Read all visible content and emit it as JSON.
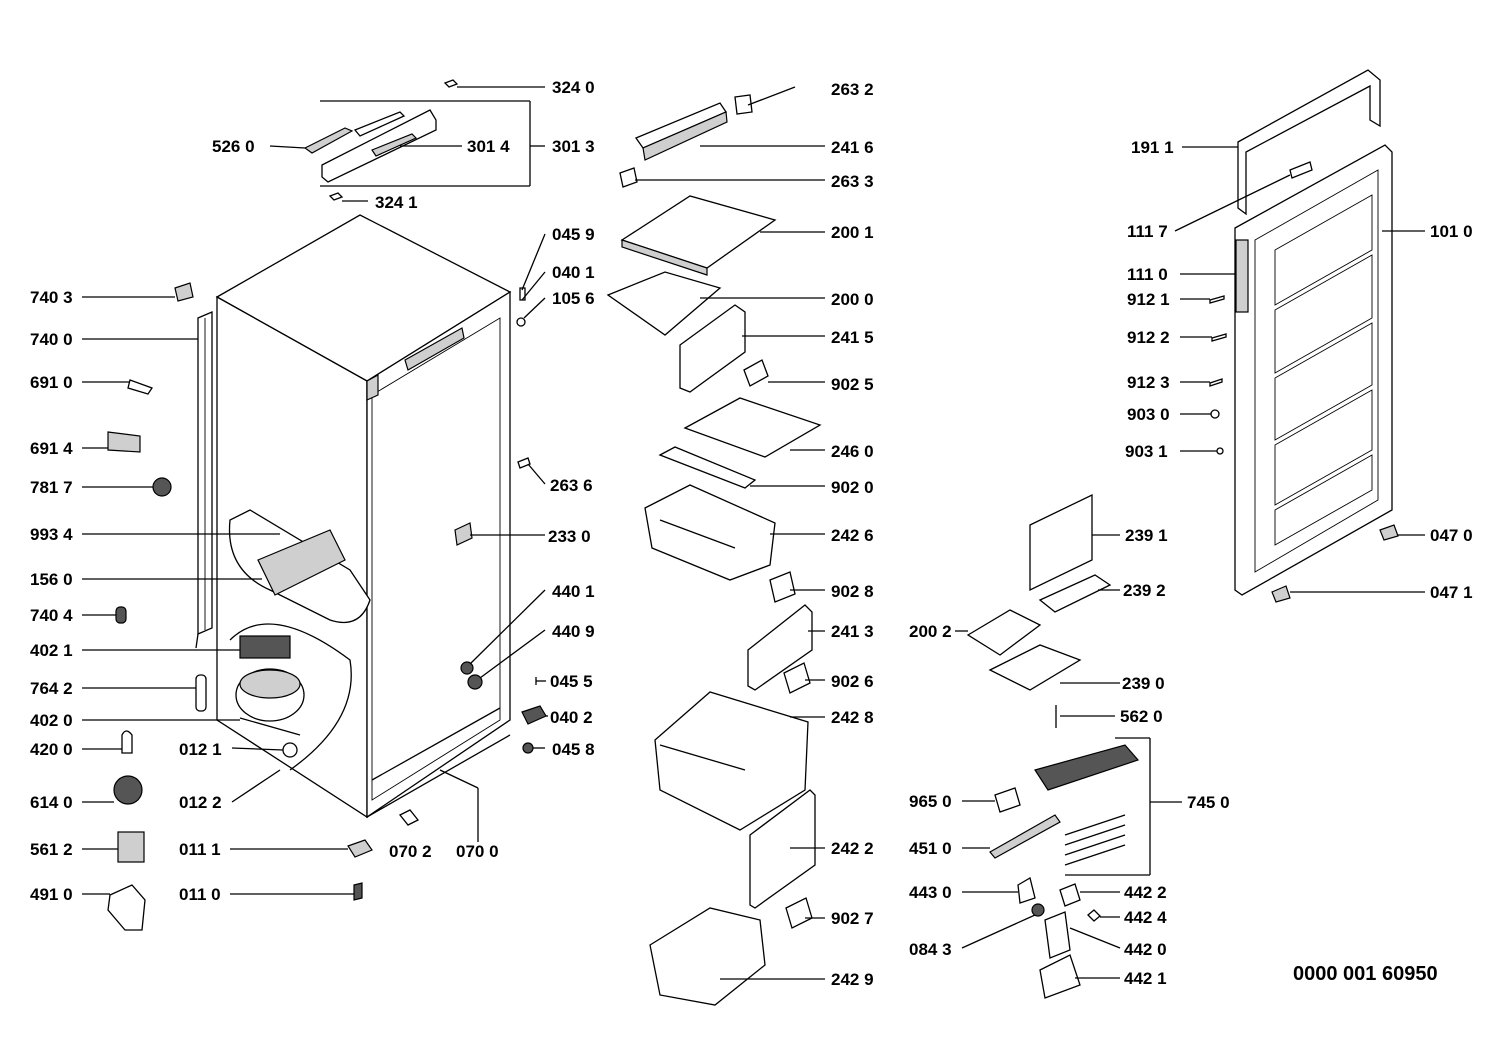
{
  "diagram": {
    "document_number": "0000 001 60950",
    "callouts": {
      "c3240": "324 0",
      "c3241": "324 1",
      "c5260": "526 0",
      "c3014": "301 4",
      "c3013": "301 3",
      "c7403": "740 3",
      "c7400": "740 0",
      "c6910": "691 0",
      "c6914": "691 4",
      "c7817": "781 7",
      "c9934": "993 4",
      "c1560": "156 0",
      "c7404": "740 4",
      "c4021": "402 1",
      "c7642": "764 2",
      "c4020": "402 0",
      "c4200": "420 0",
      "c6140": "614 0",
      "c5612": "561 2",
      "c4910": "491 0",
      "c0121": "012 1",
      "c0122": "012 2",
      "c0111": "011 1",
      "c0110": "011 0",
      "c0702": "070 2",
      "c0700": "070 0",
      "c0459": "045 9",
      "c0401": "040 1",
      "c1056": "105 6",
      "c2636": "263 6",
      "c2330": "233 0",
      "c4401": "440 1",
      "c4409": "440 9",
      "c0455": "045 5",
      "c0402": "040 2",
      "c0458": "045 8",
      "c2632": "263 2",
      "c2416": "241 6",
      "c2633": "263 3",
      "c2001": "200 1",
      "c2000": "200 0",
      "c2415": "241 5",
      "c9025": "902 5",
      "c2460": "246 0",
      "c9020": "902 0",
      "c2426": "242 6",
      "c9028": "902 8",
      "c2413": "241 3",
      "c9026": "902 6",
      "c2428": "242 8",
      "c2422": "242 2",
      "c9027": "902 7",
      "c2429": "242 9",
      "c1911": "191 1",
      "c1117": "111 7",
      "c1010": "101 0",
      "c1110": "111 0",
      "c9121": "912 1",
      "c9122": "912 2",
      "c9123": "912 3",
      "c9030": "903 0",
      "c9031": "903 1",
      "c0470": "047 0",
      "c0471": "047 1",
      "c2391": "239 1",
      "c2392": "239 2",
      "c2002": "200 2",
      "c2390": "239 0",
      "c5620": "562 0",
      "c9650": "965 0",
      "c7450": "745 0",
      "c4510": "451 0",
      "c4430": "443 0",
      "c4422": "442 2",
      "c4424": "442 4",
      "c0843": "084 3",
      "c4420": "442 0",
      "c4421": "442 1"
    }
  }
}
